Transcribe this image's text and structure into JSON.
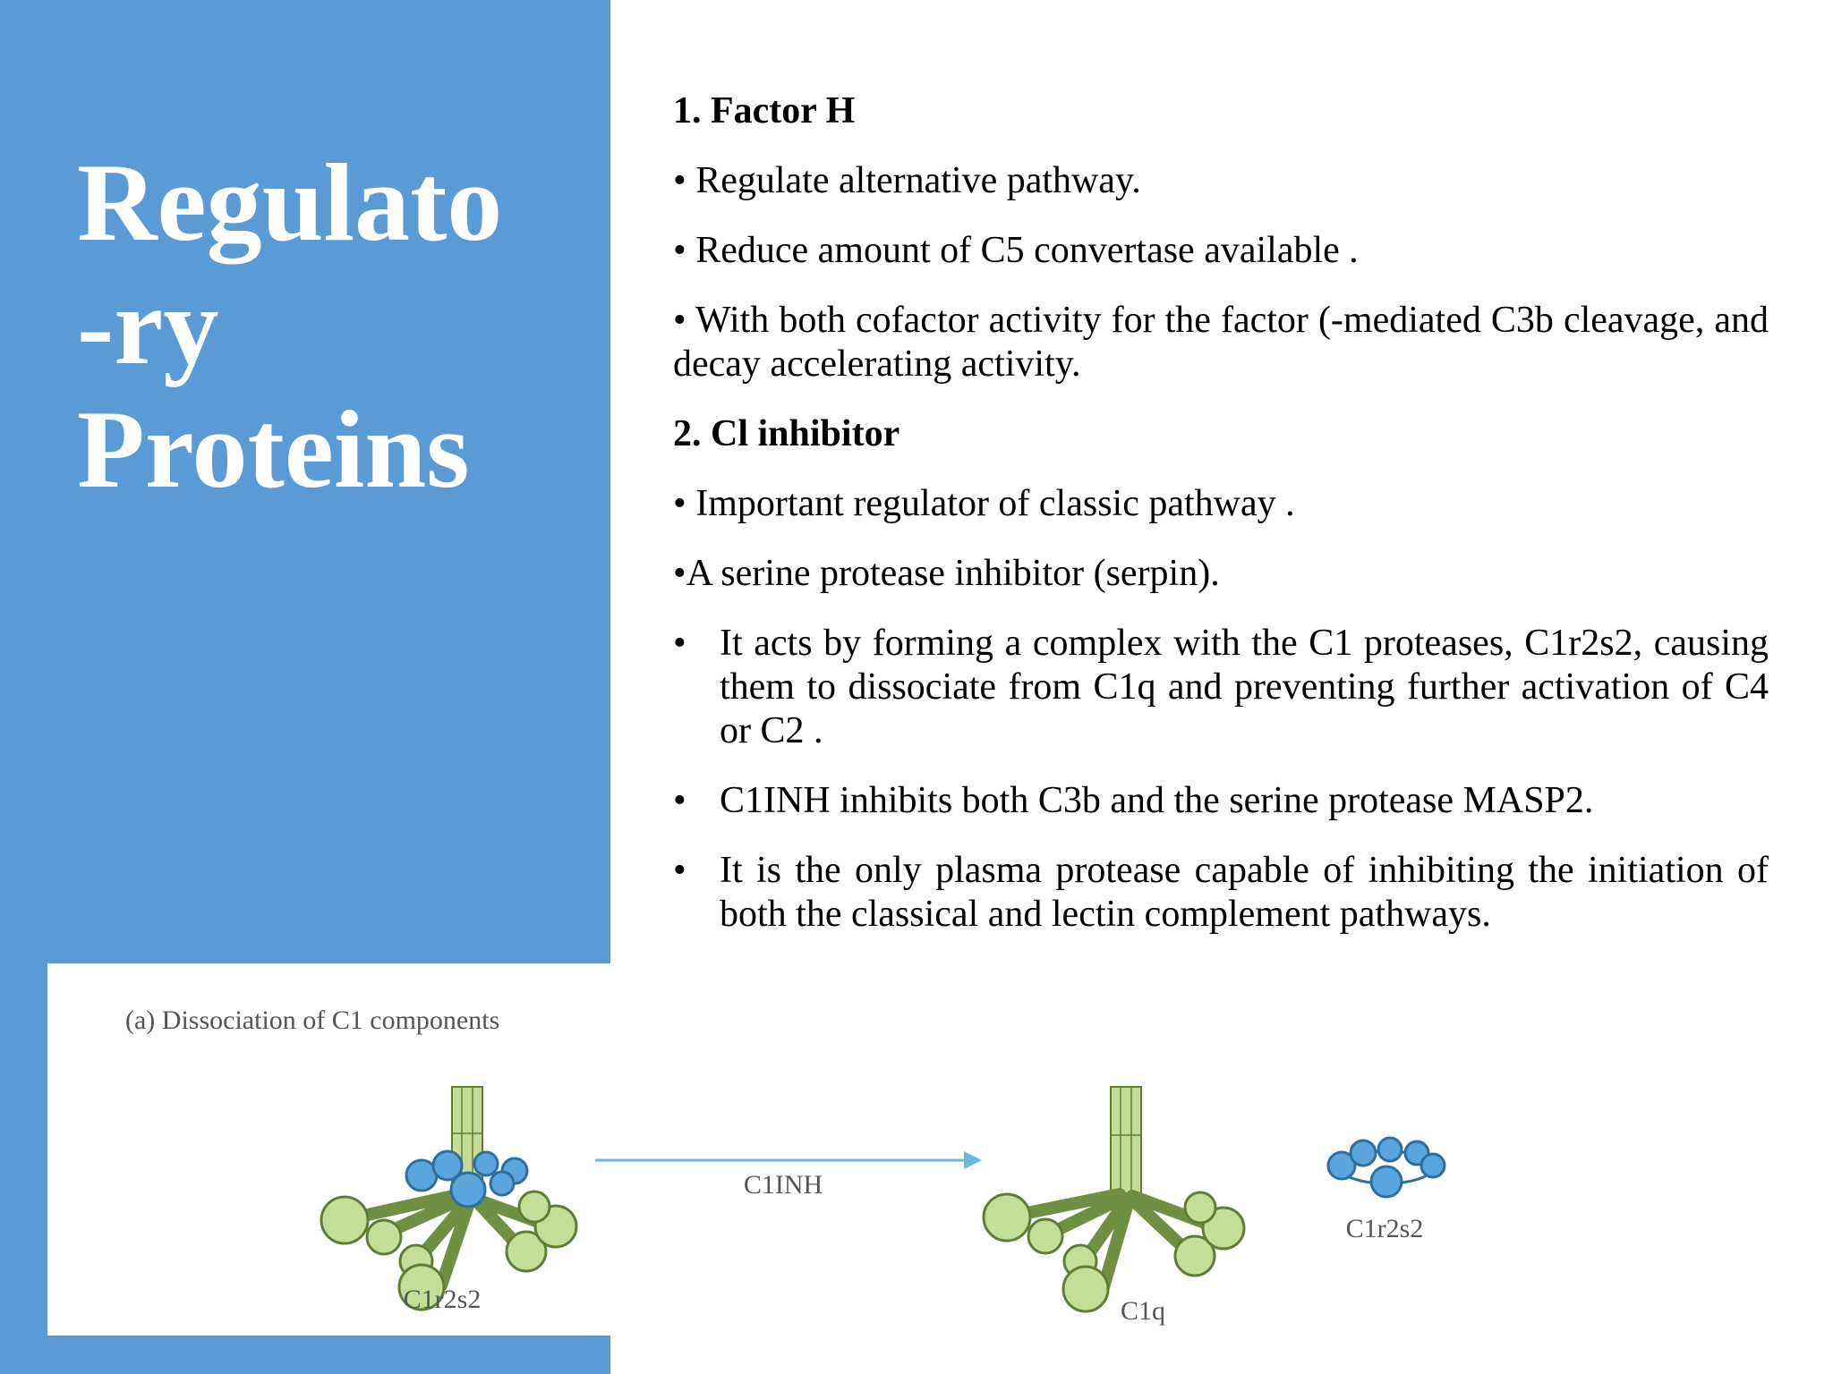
{
  "title": {
    "line1": "Regulato",
    "line2": "-ry",
    "line3": "Proteins"
  },
  "section1": {
    "heading": "1. Factor H",
    "bullet_char": "•",
    "bullets": [
      "Regulate alternative pathway.",
      "Reduce amount of C5 convertase available .",
      "With both cofactor activity for the factor (-mediated C3b cleavage, and decay accelerating activity."
    ]
  },
  "section2": {
    "heading": "2. Cl inhibitor",
    "bullet_char": "•",
    "bullets": [
      "Important regulator of classic pathway .",
      "A serine protease inhibitor (serpin)."
    ],
    "indented_bullets": [
      "It acts by forming a complex with the C1 proteases, C1r2s2, causing them to dissociate from C1q and preventing further activation of C4 or C2 .",
      "C1INH inhibits both C3b and the serine protease MASP2.",
      "It is the only plasma protease capable of inhibiting the initiation of both the classical and lectin complement pathways."
    ]
  },
  "figure": {
    "caption": "(a) Dissociation of C1 components",
    "label_left": "C1r2s2",
    "label_arrow": "C1INH",
    "label_middle": "C1q",
    "label_right": "C1r2s2"
  },
  "colors": {
    "sidebar": "#5b9bd5",
    "title_text": "#ffffff",
    "globule_green": "#c5de97",
    "protease_blue": "#5aa5dc",
    "arrow": "#6cb8d8"
  }
}
